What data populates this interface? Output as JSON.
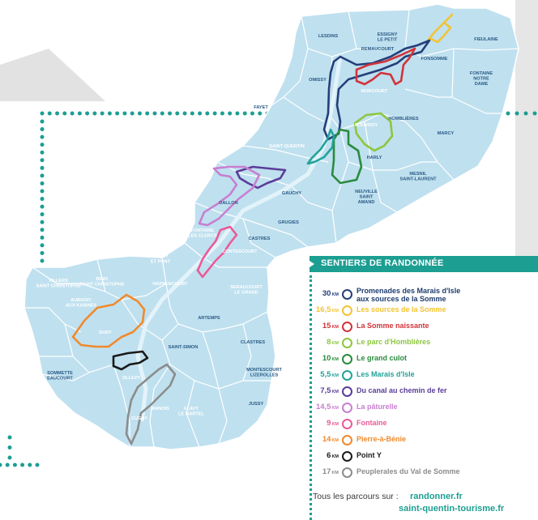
{
  "map": {
    "colors": {
      "land": "#bfe0ef",
      "border": "#ffffff",
      "frame_dots": "#1c9e92",
      "shade": "#d9d9d9"
    },
    "communes": [
      {
        "id": "lesdins",
        "name": "LESDINS"
      },
      {
        "id": "essigny",
        "name": "ESSIGNY\nLE PETIT"
      },
      {
        "id": "remaucourt",
        "name": "REMAUCOURT"
      },
      {
        "id": "fonsomme",
        "name": "FONSOMME"
      },
      {
        "id": "fieulaine",
        "name": "FIEULAINE"
      },
      {
        "id": "omissy",
        "name": "OMISSY"
      },
      {
        "id": "fontaine-nd",
        "name": "FONTAINE\nNOTRE\nDAME"
      },
      {
        "id": "morcourt",
        "name": "MORCOURT"
      },
      {
        "id": "fayet",
        "name": "FAYET"
      },
      {
        "id": "homblieres",
        "name": "HOMBLIÈRES"
      },
      {
        "id": "rouvroy",
        "name": "ROUVROY"
      },
      {
        "id": "marcy",
        "name": "MARCY"
      },
      {
        "id": "saint-quentin",
        "name": "SAINT-QUENTIN"
      },
      {
        "id": "harly",
        "name": "HARLY"
      },
      {
        "id": "mesnil",
        "name": "MESNIL\nSAINT-LAURENT"
      },
      {
        "id": "neuville",
        "name": "NEUVILLE\nSAINT\nAMAND"
      },
      {
        "id": "gauchy",
        "name": "GAUCHY"
      },
      {
        "id": "dallon",
        "name": "DALLON"
      },
      {
        "id": "grugies",
        "name": "GRUGIES"
      },
      {
        "id": "fontaine-lc",
        "name": "FONTAINE\nLES CLERCS"
      },
      {
        "id": "castres",
        "name": "CASTRES"
      },
      {
        "id": "contescourt",
        "name": "CONTESCOURT"
      },
      {
        "id": "tugny",
        "name": "TUGNY\nET PONT"
      },
      {
        "id": "happencourt",
        "name": "HAPPENCOURT"
      },
      {
        "id": "seraucourt",
        "name": "SERAUCOURT\nLE GRAND"
      },
      {
        "id": "villers",
        "name": "VILLERS\nSAINT CHRISTOPHE"
      },
      {
        "id": "bray",
        "name": "BRAY\nSAINT CHRISTOPHE"
      },
      {
        "id": "aubigny",
        "name": "AUBIGNY\nAUX KAISNES"
      },
      {
        "id": "artemps",
        "name": "ARTEMPS"
      },
      {
        "id": "dury",
        "name": "DURY"
      },
      {
        "id": "saint-simon",
        "name": "SAINT-SIMON"
      },
      {
        "id": "clastres",
        "name": "CLASTRES"
      },
      {
        "id": "sommette",
        "name": "SOMMETTE\nEAUCOURT"
      },
      {
        "id": "ollezy",
        "name": "OLLEZY"
      },
      {
        "id": "montescourt",
        "name": "MONTESCOURT\nLIZEROLLES"
      },
      {
        "id": "annois",
        "name": "ANNOIS"
      },
      {
        "id": "flavy",
        "name": "FLAVY\nLE MARTEL"
      },
      {
        "id": "jussy",
        "name": "JUSSY"
      },
      {
        "id": "cugny",
        "name": "CUGNY"
      }
    ]
  },
  "legend": {
    "title": "SENTIERS DE RANDONNÉE",
    "trails": [
      {
        "distance": "30",
        "unit": "KM",
        "name": "Promenades des Marais d'Isle\naux sources de la Somme",
        "color": "#233f7a"
      },
      {
        "distance": "16,5",
        "unit": "KM",
        "name": "Les sources de la Somme",
        "color": "#f3c332"
      },
      {
        "distance": "15",
        "unit": "KM",
        "name": "La Somme naissante",
        "color": "#d1343a"
      },
      {
        "distance": "8",
        "unit": "KM",
        "name": "Le parc d'Homblières",
        "color": "#8cc63e"
      },
      {
        "distance": "10",
        "unit": "KM",
        "name": "Le grand culot",
        "color": "#2b8a3e"
      },
      {
        "distance": "5,5",
        "unit": "KM",
        "name": "Les Marais d'Isle",
        "color": "#22a39a"
      },
      {
        "distance": "7,5",
        "unit": "KM",
        "name": "Du canal au chemin de fer",
        "color": "#5a3d99"
      },
      {
        "distance": "14,5",
        "unit": "KM",
        "name": "La pâturelle",
        "color": "#c77fd0"
      },
      {
        "distance": "9",
        "unit": "KM",
        "name": "Fontaine",
        "color": "#ea5a97"
      },
      {
        "distance": "14",
        "unit": "KM",
        "name": "Pierre-à-Bénie",
        "color": "#f08a2c"
      },
      {
        "distance": "6",
        "unit": "KM",
        "name": "Point Y",
        "color": "#1a1a1a"
      },
      {
        "distance": "17",
        "unit": "KM",
        "name": "Peuplerales du Val de Somme",
        "color": "#8c8c8c"
      }
    ],
    "links_label": "Tous les parcours sur :",
    "link1": "randonner.fr",
    "link2": "saint-quentin-tourisme.fr"
  }
}
